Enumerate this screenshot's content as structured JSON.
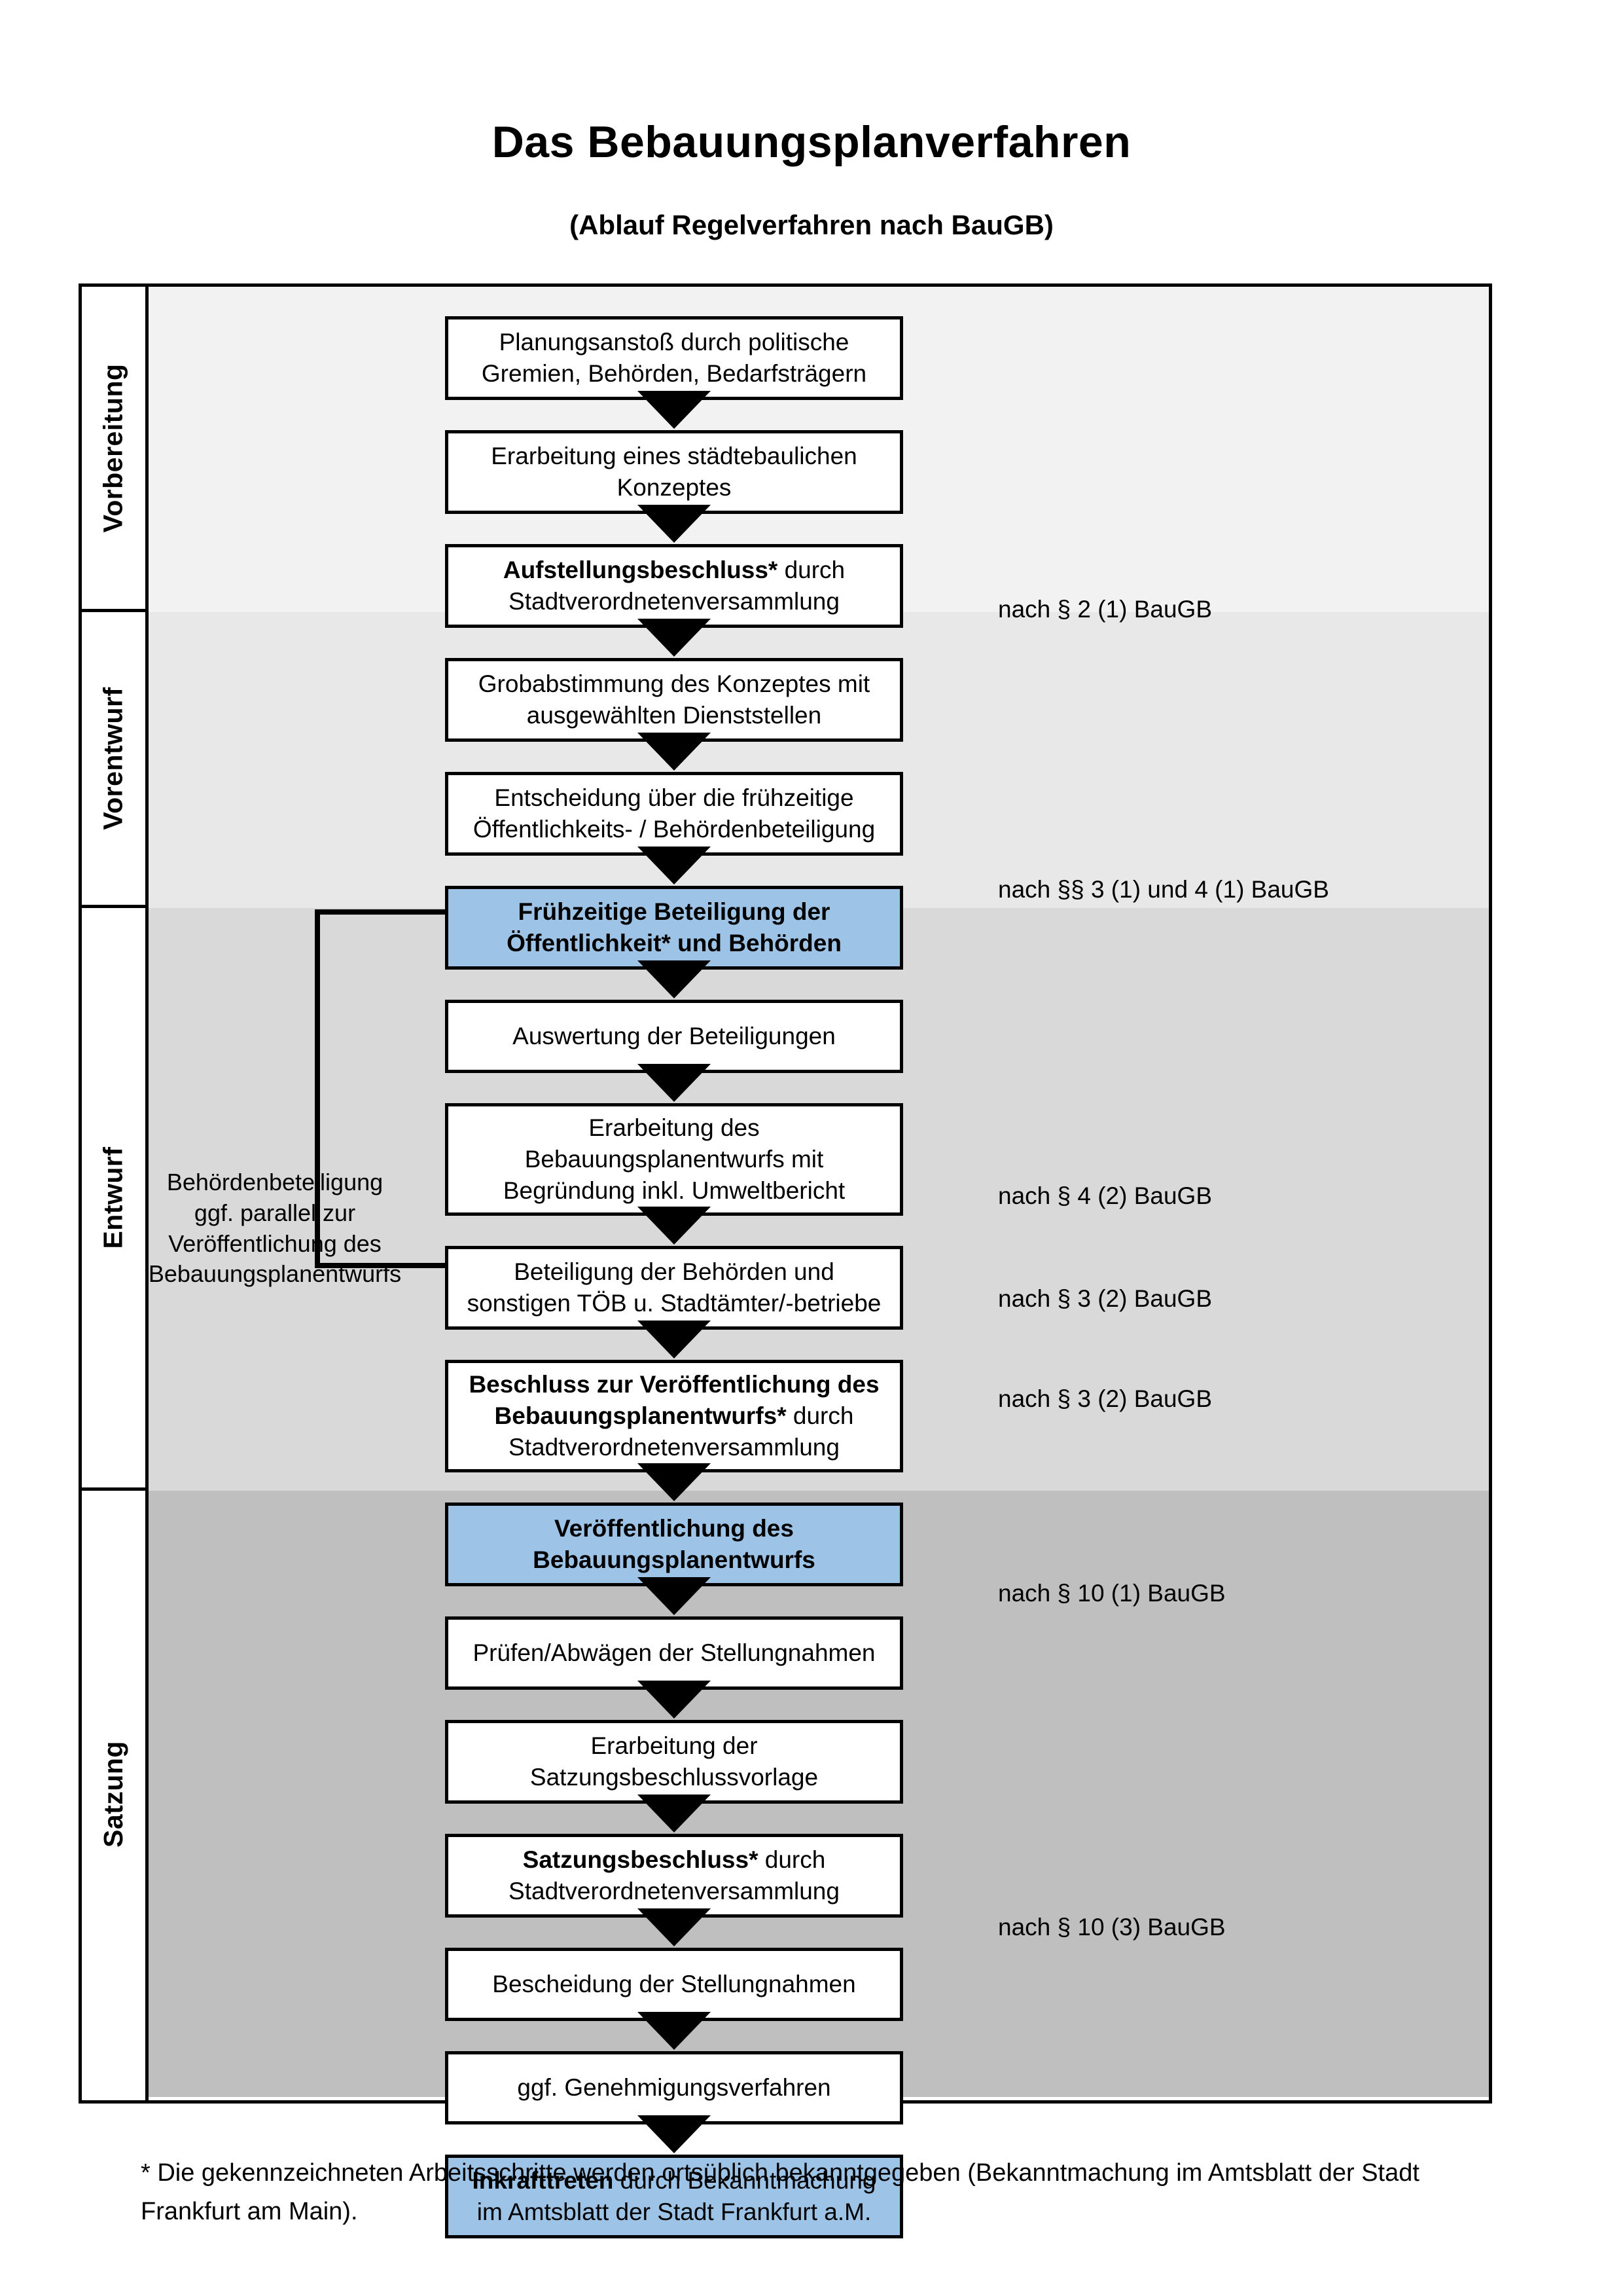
{
  "header": {
    "title": "Das Bebauungsplanverfahren",
    "subtitle": "(Ablauf Regelverfahren nach BauGB)"
  },
  "phases": [
    {
      "label": "Vorbereitung"
    },
    {
      "label": "Vorentwurf"
    },
    {
      "label": "Entwurf"
    },
    {
      "label": "Satzung"
    }
  ],
  "nodes": {
    "n1_l1": "Planungsanstoß durch politische",
    "n1_l2": "Gremien, Behörden, Bedarfsträgern",
    "n2_l1": "Erarbeitung eines städtebaulichen",
    "n2_l2": "Konzeptes",
    "n3_b": "Aufstellungsbeschluss*",
    "n3_rest": " durch",
    "n3_l2": "Stadtverordnetenversammlung",
    "n4_l1": "Grobabstimmung des Konzeptes mit",
    "n4_l2": "ausgewählten Dienststellen",
    "n5_l1": "Entscheidung über die frühzeitige",
    "n5_l2": "Öffentlichkeits- / Behördenbeteiligung",
    "n6_l1": "Frühzeitige Beteiligung der",
    "n6_l2": "Öffentlichkeit* und Behörden",
    "n7_l1": "Auswertung der Beteiligungen",
    "n8_l1": "Erarbeitung des",
    "n8_l2": "Bebauungsplanentwurfs mit",
    "n8_l3": "Begründung inkl. Umweltbericht",
    "n9_l1": "Beteiligung der Behörden und",
    "n9_l2": "sonstigen TÖB u. Stadtämter/-betriebe",
    "n10_b1": "Beschluss zur Veröffentlichung des",
    "n10_b2": "Bebauungsplanentwurfs*",
    "n10_rest": " durch",
    "n10_l3": "Stadtverordnetenversammlung",
    "n11_l1": "Veröffentlichung des",
    "n11_l2": "Bebauungsplanentwurfs",
    "n12_l1": "Prüfen/Abwägen der Stellungnahmen",
    "n13_l1": "Erarbeitung der",
    "n13_l2": "Satzungsbeschlussvorlage",
    "n14_b": "Satzungsbeschluss*",
    "n14_rest": " durch",
    "n14_l2": "Stadtverordnetenversammlung",
    "n15_l1": "Bescheidung der Stellungnahmen",
    "n16_l1": "ggf. Genehmigungsverfahren",
    "n17_b": "Inkrafttreten",
    "n17_rest": " durch Bekanntmachung",
    "n17_l2": "im Amtsblatt der Stadt Frankfurt a.M."
  },
  "refs": {
    "r1": "nach § 2 (1) BauGB",
    "r2": "nach §§ 3 (1) und 4 (1) BauGB",
    "r3": "nach § 4 (2) BauGB",
    "r4": "nach § 3 (2) BauGB",
    "r5": "nach § 3 (2) BauGB",
    "r6": "nach § 10 (1) BauGB",
    "r7": "nach § 10 (3) BauGB"
  },
  "sidenote": {
    "l1": "Behördenbeteiligung",
    "l2": "ggf. parallel zur",
    "l3": "Veröffentlichung des",
    "l4": "Bebauungsplanentwurfs"
  },
  "footnote": {
    "text": "* Die gekennzeichneten Arbeitsschritte werden ortsüblich bekanntgegeben (Bekanntmachung im Amtsblatt  der Stadt Frankfurt am Main)."
  },
  "colors": {
    "highlight_blue": "#9dc3e6",
    "band1": "#f2f2f2",
    "band2": "#e8e8e8",
    "band3": "#d9d9d9",
    "band4": "#bfbfbf",
    "border": "#000000"
  }
}
